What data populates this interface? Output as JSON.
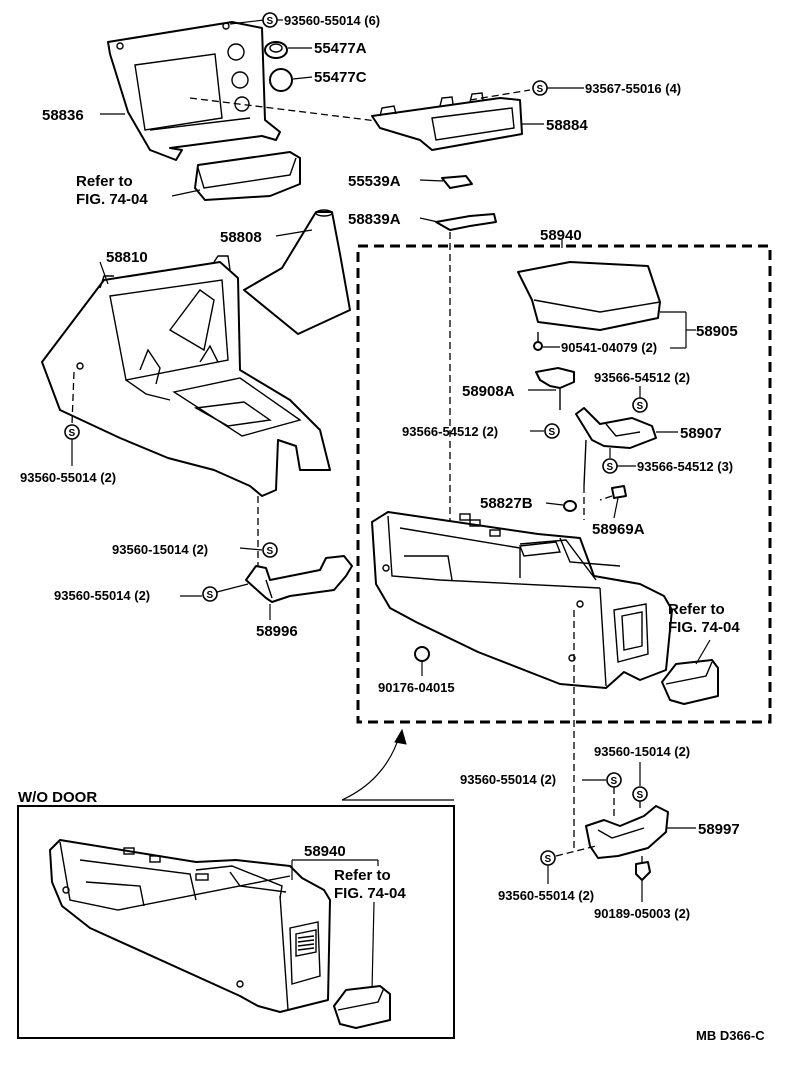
{
  "labels": {
    "l93560_55014_6": "93560-55014 (6)",
    "l55477A": "55477A",
    "l55477C": "55477C",
    "l93567_55016_4": "93567-55016 (4)",
    "l58836": "58836",
    "l58884": "58884",
    "refer_top_1": "Refer to",
    "refer_top_2": "FIG. 74-04",
    "l55539A": "55539A",
    "l58839A": "58839A",
    "l58808": "58808",
    "l58810": "58810",
    "l58940": "58940",
    "l58905": "58905",
    "l90541_04079_2": "90541-04079 (2)",
    "l58908A": "58908A",
    "l93566_54512_2_right": "93566-54512 (2)",
    "l93566_54512_2_left": "93566-54512 (2)",
    "l58907": "58907",
    "l93566_54512_3": "93566-54512 (3)",
    "l93560_55014_2_left": "93560-55014 (2)",
    "l58827B": "58827B",
    "l58969A": "58969A",
    "l93560_15014_2_left": "93560-15014 (2)",
    "l93560_55014_2_mid": "93560-55014 (2)",
    "l58996": "58996",
    "refer_right_1": "Refer to",
    "refer_right_2": "FIG. 74-04",
    "l90176_04015": "90176-04015",
    "l93560_15014_2_right": "93560-15014 (2)",
    "l93560_55014_2_right": "93560-55014 (2)",
    "l58997": "58997",
    "l93560_55014_2_bottom": "93560-55014 (2)",
    "l90189_05003_2": "90189-05003 (2)",
    "wo_door": "W/O DOOR",
    "l58940_inset": "58940",
    "refer_inset_1": "Refer to",
    "refer_inset_2": "FIG. 74-04",
    "code": "MB D366-C"
  },
  "screw_symbol": "S"
}
